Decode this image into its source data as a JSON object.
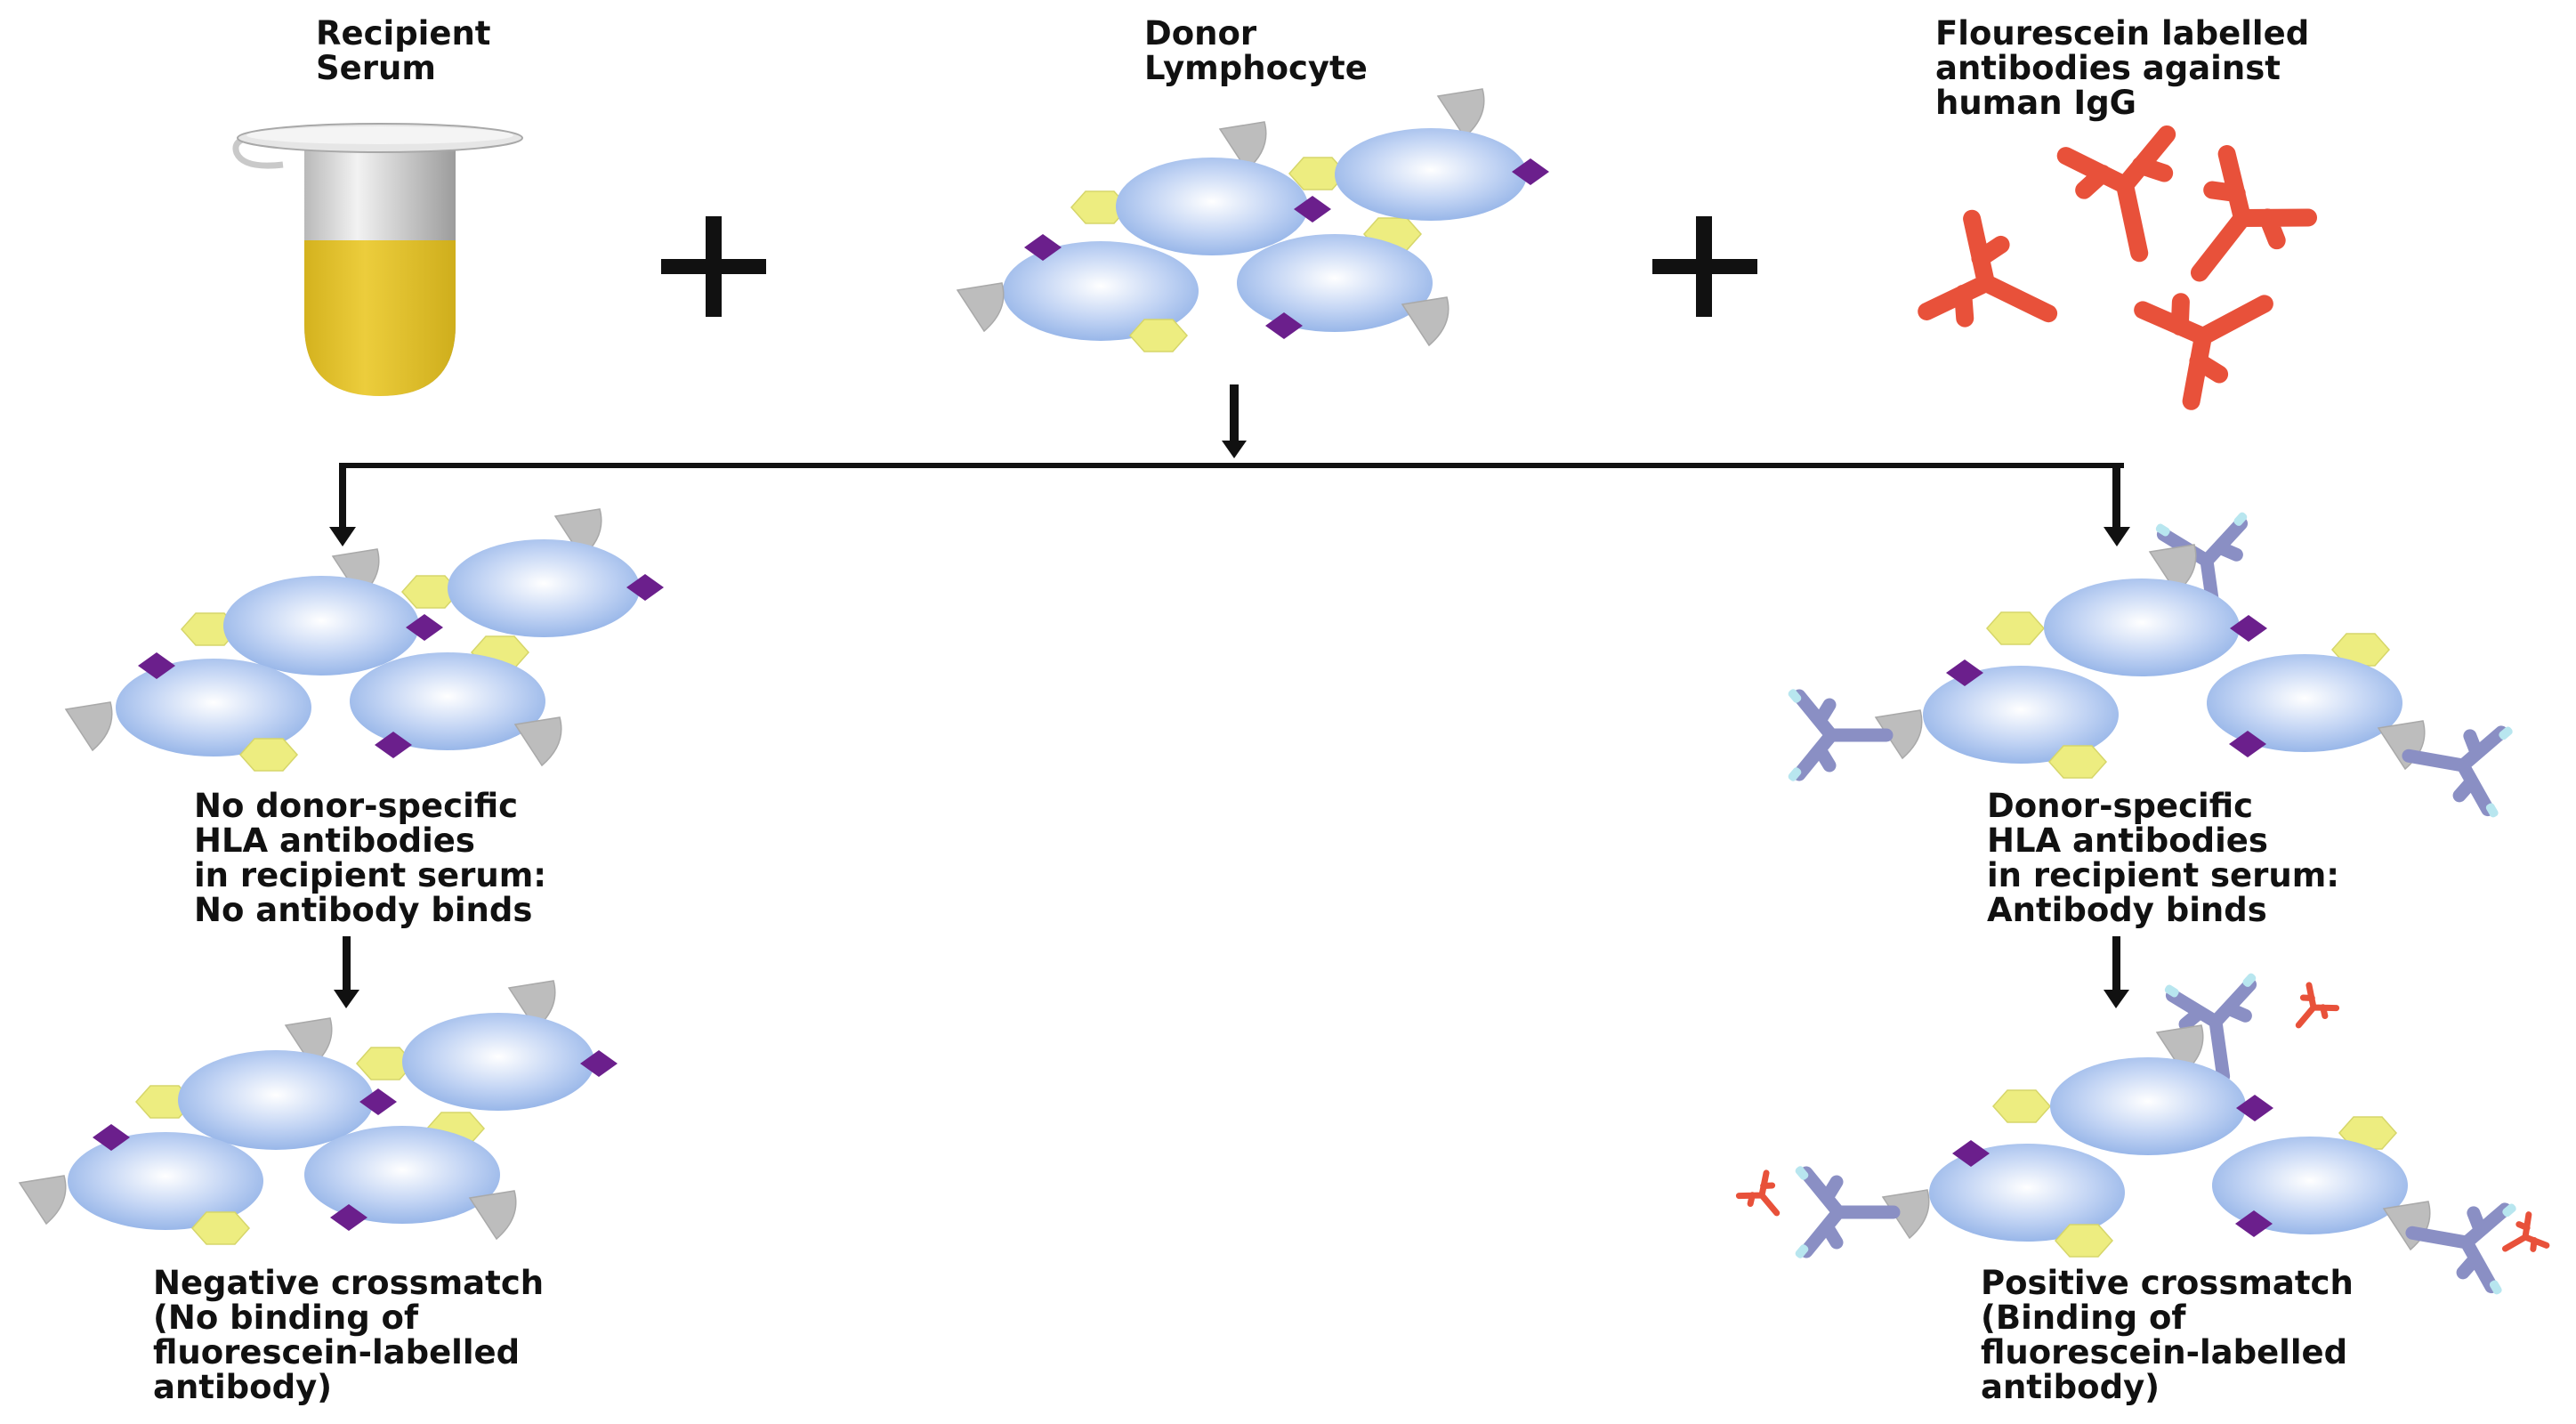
{
  "labels": {
    "recipient_serum": [
      "Recipient",
      "Serum"
    ],
    "donor_lymphocyte": [
      "Donor",
      "Lymphocyte"
    ],
    "fluorescein_antibodies": [
      "Flourescein labelled",
      "antibodies against",
      "human IgG"
    ],
    "no_dsa": [
      "No donor-specific",
      "HLA antibodies",
      "in recipient serum:",
      "No antibody binds"
    ],
    "dsa": [
      "Donor-specific",
      "HLA antibodies",
      "in recipient serum:",
      "Antibody binds"
    ],
    "negative": [
      "Negative crossmatch",
      "(No binding of",
      "fluorescein-labelled",
      "antibody)"
    ],
    "positive": [
      "Positive crossmatch",
      "(Binding of",
      "fluorescein-labelled",
      "antibody)"
    ]
  },
  "colors": {
    "serum": "#e3c22e",
    "cell_center": "#ffffff",
    "cell_edge": "#8fb0e6",
    "hexagon": "#eded80",
    "diamond": "#6b1f8c",
    "wedge": "#bdbdbd",
    "fluor_antibody": "#e8513a",
    "hla_antibody": "#8a8fc4",
    "hla_antibody_tip": "#b8e6ef",
    "line": "#111111"
  },
  "icons": [
    "tube-icon",
    "plus-icon",
    "lymphocyte-cluster-icon",
    "antibody-icon",
    "arrow-down-icon"
  ]
}
